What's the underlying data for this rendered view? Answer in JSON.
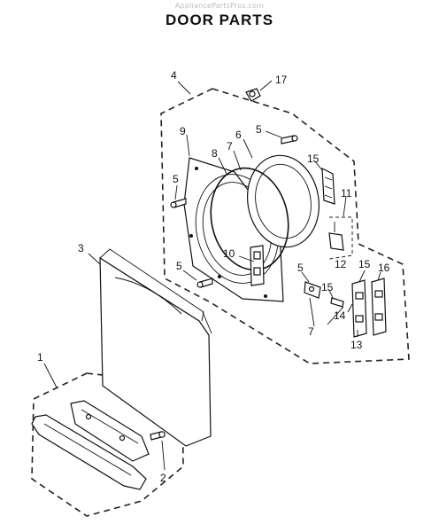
{
  "header": {
    "watermark": "AppliancePartsPros.com",
    "title": "DOOR PARTS"
  },
  "callouts": [
    "1",
    "2",
    "3",
    "4",
    "5",
    "5",
    "5",
    "5",
    "6",
    "7",
    "7",
    "8",
    "9",
    "10",
    "11",
    "12",
    "13",
    "14",
    "15",
    "15",
    "15",
    "16",
    "17"
  ]
}
